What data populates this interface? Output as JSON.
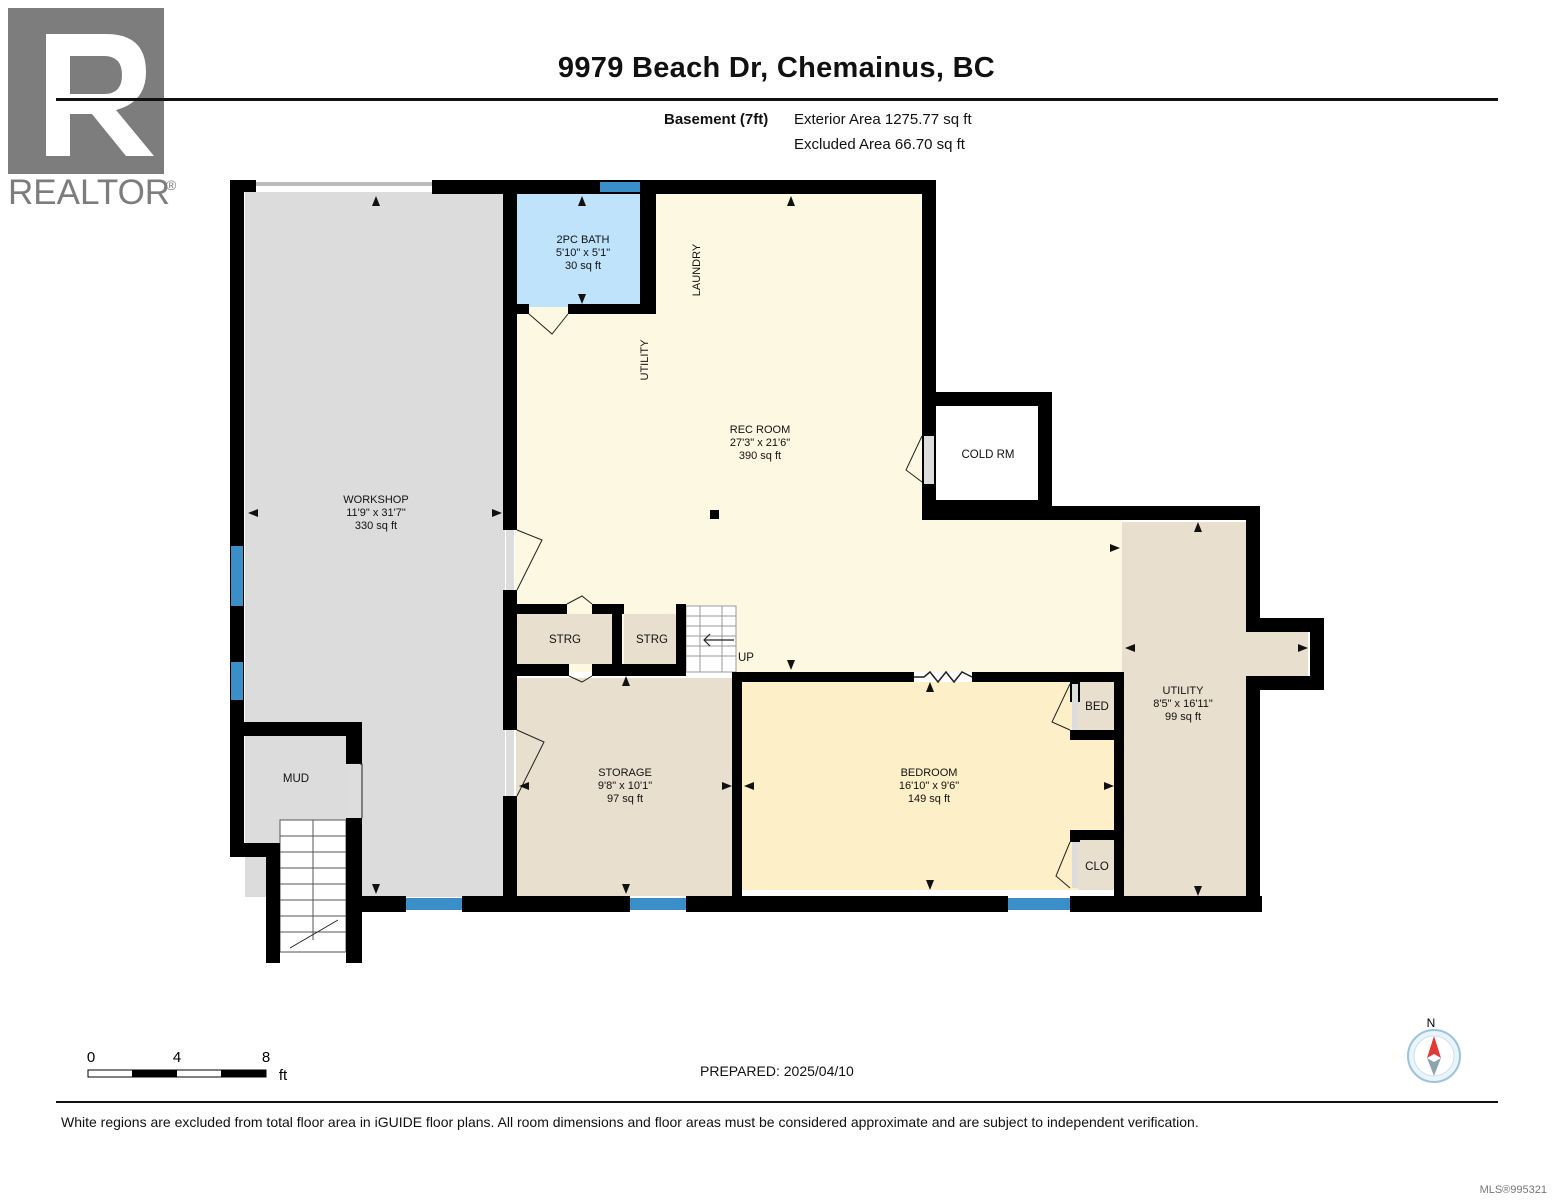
{
  "title": "9979 Beach Dr, Chemainus, BC",
  "logo": {
    "text": "REALTOR",
    "mark": "®",
    "glyph": "R"
  },
  "summary": {
    "level": "Basement (7ft)",
    "exterior": "Exterior Area 1275.77 sq ft",
    "excluded": "Excluded Area 66.70 sq ft"
  },
  "rooms": {
    "bath": {
      "name": "2PC BATH",
      "dims": "5'10\" x 5'1\"",
      "area": "30 sq ft"
    },
    "workshop": {
      "name": "WORKSHOP",
      "dims": "11'9\" x 31'7\"",
      "area": "330 sq ft"
    },
    "rec": {
      "name": "REC ROOM",
      "dims": "27'3\" x 21'6\"",
      "area": "390 sq ft"
    },
    "cold": {
      "name": "COLD RM"
    },
    "laundry": {
      "name": "LAUNDRY"
    },
    "utility_note": {
      "name": "UTILITY"
    },
    "strg1": {
      "name": "STRG"
    },
    "strg2": {
      "name": "STRG"
    },
    "up": {
      "name": "UP"
    },
    "mud": {
      "name": "MUD"
    },
    "storage": {
      "name": "STORAGE",
      "dims": "9'8\" x 10'1\"",
      "area": "97 sq ft"
    },
    "bedroom": {
      "name": "BEDROOM",
      "dims": "16'10\" x 9'6\"",
      "area": "149 sq ft"
    },
    "bed": {
      "name": "BED"
    },
    "clo": {
      "name": "CLO"
    },
    "utility": {
      "name": "UTILITY",
      "dims": "8'5\" x 16'11\"",
      "area": "99 sq ft"
    }
  },
  "colors": {
    "workshop": "#dcdcdc",
    "rec": "#fdf8e1",
    "bath": "#bfe3fb",
    "storage": "#e9dfce",
    "bedroom": "#fdf0c8",
    "utility": "#e9dfce",
    "wall": "#000000",
    "window": "#3a8fc8"
  },
  "scale": {
    "ticks": [
      "0",
      "4",
      "8"
    ],
    "unit": "ft"
  },
  "compass": {
    "label": "N"
  },
  "prepared": "PREPARED: 2025/04/10",
  "footnote": "White regions are excluded from total floor area in iGUIDE floor plans. All room dimensions and floor areas must be considered approximate and are subject to independent verification.",
  "mls": "MLS®995321"
}
